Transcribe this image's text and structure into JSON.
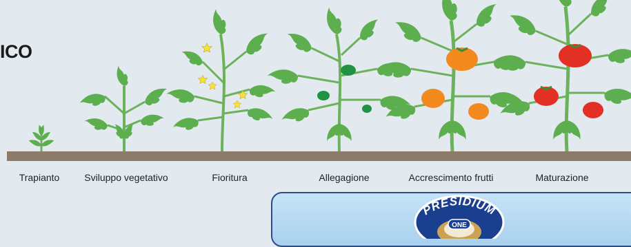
{
  "title": "ICO",
  "colors": {
    "background": "#e2eaf0",
    "ground": "#8c7b68",
    "leaf": "#5cae4e",
    "stem": "#6bb25a",
    "flower": "#f4e23a",
    "fruit_green": "#1f9244",
    "fruit_orange": "#f28a1f",
    "fruit_red": "#e23124",
    "banner_border": "#2a4c85",
    "logo_blue": "#1b3f8f",
    "logo_gold": "#c9a253"
  },
  "stages": [
    {
      "label": "Trapianto"
    },
    {
      "label": "Sviluppo vegetativo"
    },
    {
      "label": "Fioritura"
    },
    {
      "label": "Allegagione"
    },
    {
      "label": "Accrescimento frutti"
    },
    {
      "label": "Maturazione"
    }
  ],
  "product": {
    "brand": "PRESIDIUM",
    "badge": "ONE"
  }
}
